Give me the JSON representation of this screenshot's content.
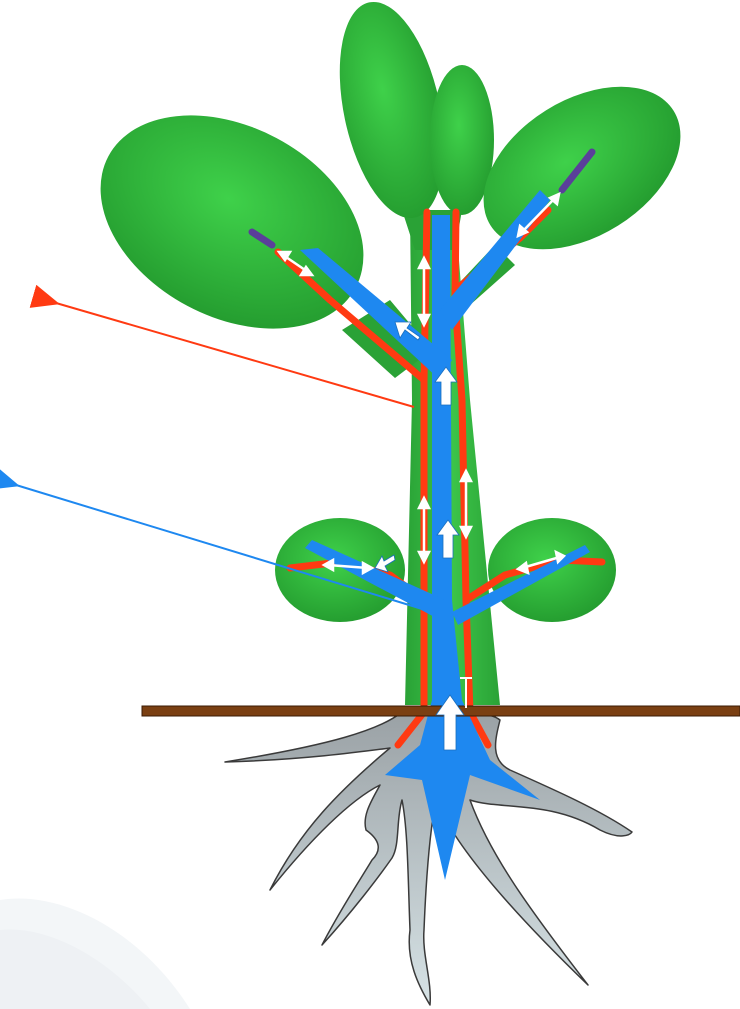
{
  "diagram": {
    "subject": "plant-vascular-transport",
    "colors": {
      "background": "#ffffff",
      "leaf_fill": "#2fb53a",
      "leaf_highlight": "#3fd14a",
      "leaf_edge": "#1f8f2a",
      "stem_fill": "#33b640",
      "soil_line": "#7a3f12",
      "soil_edge": "#3b1b04",
      "root_fill": "#bfc5c9",
      "root_edge": "#3a3a3a",
      "xylem_blue": "#1e88f0",
      "phloem_red": "#ff3a12",
      "pointer_red": "#ff3a12",
      "pointer_blue": "#1e88f0",
      "flow_arrow": "#ffffff",
      "leaf_tip_purple": "#5a3f9a"
    },
    "pointers": [
      {
        "name": "phloem-pointer",
        "color_key": "pointer_red"
      },
      {
        "name": "xylem-pointer",
        "color_key": "pointer_blue"
      }
    ]
  }
}
